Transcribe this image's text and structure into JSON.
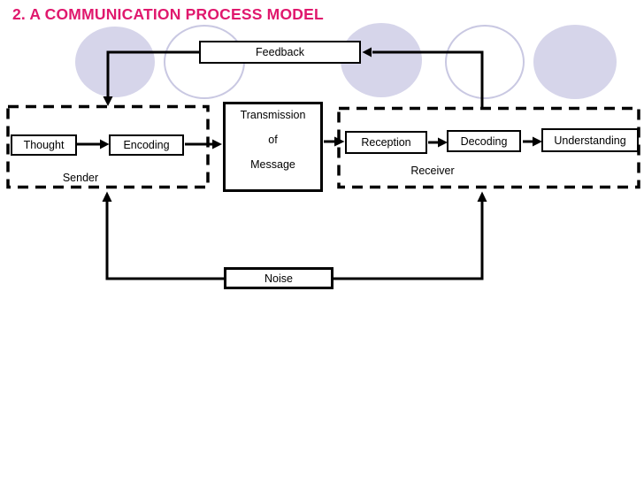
{
  "title": "2. A COMMUNICATION PROCESS MODEL",
  "colors": {
    "title-color": "#E0186D",
    "circle-fill": "#D6D5EA",
    "circle-stroke": "#C9C8E2",
    "line-color": "#000000"
  },
  "nodes": {
    "feedback": "Feedback",
    "thought": "Thought",
    "encoding": "Encoding",
    "transmission_lines": [
      "Transmission",
      "of",
      "Message"
    ],
    "reception": "Reception",
    "decoding": "Decoding",
    "understanding": "Understanding",
    "noise": "Noise"
  },
  "labels": {
    "sender": "Sender",
    "receiver": "Receiver"
  }
}
